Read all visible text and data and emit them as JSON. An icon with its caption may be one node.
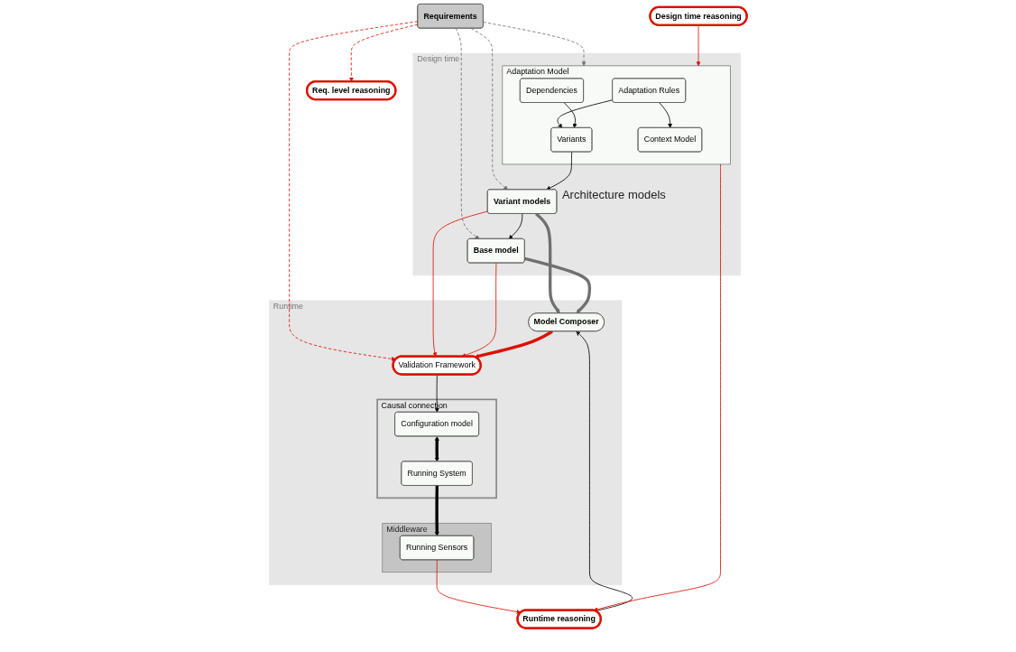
{
  "diagram": {
    "nodes": [
      {
        "text": [
          "Req. level reasoning"
        ]
      },
      {
        "text": [
          "Requirements"
        ]
      },
      {
        "text": [
          "Design time reasoning"
        ]
      },
      {
        "text": [
          "Design time"
        ]
      },
      {
        "text": [
          "Adaptation Model"
        ],
        "in": 3
      },
      {
        "text": [
          "Adaptation Rules"
        ],
        "in": 4
      },
      {
        "text": [
          "Variants"
        ],
        "in": 4
      },
      {
        "text": [
          "Context Model"
        ],
        "in": 4
      },
      {
        "text": [
          "Dependencies"
        ],
        "in": 4
      },
      {
        "text": [
          "Variant models"
        ],
        "in": 3
      },
      {
        "text": [
          "Base model"
        ],
        "in": 3
      },
      {
        "text": [
          "Runtime"
        ]
      },
      {
        "text": [
          "Runtime reasoning"
        ]
      },
      {
        "text": [
          "Model Composer"
        ],
        "in": 11
      },
      {
        "text": [
          "Validation Framework"
        ],
        "in": 11
      },
      {
        "text": [
          "Causal connection"
        ],
        "in": 11
      },
      {
        "text": [
          "Configuration model"
        ],
        "in": 15
      },
      {
        "text": [
          "Middleware"
        ],
        "in": 11
      },
      {
        "text": [
          "Running Sensors"
        ],
        "in": 17
      },
      {
        "text": [
          "Running System"
        ],
        "in": 15
      }
    ],
    "edges": [
      {
        "from": 1,
        "to": 0,
        "arrow": "to",
        "style": "dashed",
        "color": "#dd1100"
      },
      {
        "from": 1,
        "to": 4,
        "arrow": "to",
        "style": "dashed",
        "color": "#707070"
      },
      {
        "from": 1,
        "to": 9,
        "arrow": "to",
        "style": "dashed",
        "color": "#707070"
      },
      {
        "from": 1,
        "to": 10,
        "arrow": "to",
        "style": "dashed",
        "color": "#707070"
      },
      {
        "from": 1,
        "to": 14,
        "arrow": "to",
        "style": "dashed",
        "color": "#dd1100"
      },
      {
        "from": 2,
        "to": 4,
        "arrow": "to",
        "color": "#dd1100"
      },
      {
        "from": 5,
        "to": 6,
        "arrow": "to"
      },
      {
        "from": 5,
        "to": 7,
        "arrow": "to"
      },
      {
        "from": 8,
        "to": 6,
        "arrow": "to"
      },
      {
        "from": 6,
        "to": 9,
        "arrow": "to"
      },
      {
        "from": 9,
        "to": 10,
        "arrow": "to"
      },
      {
        "from": 9,
        "to": 13,
        "arrow": "to",
        "style": "thick",
        "color": "#707070"
      },
      {
        "from": 10,
        "to": 13,
        "arrow": "to",
        "style": "thick",
        "color": "#707070"
      },
      {
        "from": 9,
        "to": 14,
        "arrow": "to",
        "color": "#dd1100"
      },
      {
        "from": 10,
        "to": 14,
        "arrow": "to",
        "color": "#dd1100"
      },
      {
        "from": 4,
        "to": 12,
        "arrow": "to",
        "color": "#dd1100"
      },
      {
        "from": 12,
        "to": 13,
        "arrow": "to"
      },
      {
        "from": 13,
        "to": 14,
        "arrow": "to",
        "style": "thick",
        "color": "#dd1100"
      },
      {
        "from": 14,
        "to": 16,
        "arrow": "to"
      },
      {
        "from": 16,
        "to": 19,
        "arrow": "both",
        "style": "thick"
      },
      {
        "from": 19,
        "to": 18,
        "arrow": "to",
        "style": "thick"
      },
      {
        "from": 18,
        "to": 12,
        "arrow": "to",
        "color": "#dd1100"
      }
    ],
    "labels": [
      "Architecture models"
    ]
  }
}
